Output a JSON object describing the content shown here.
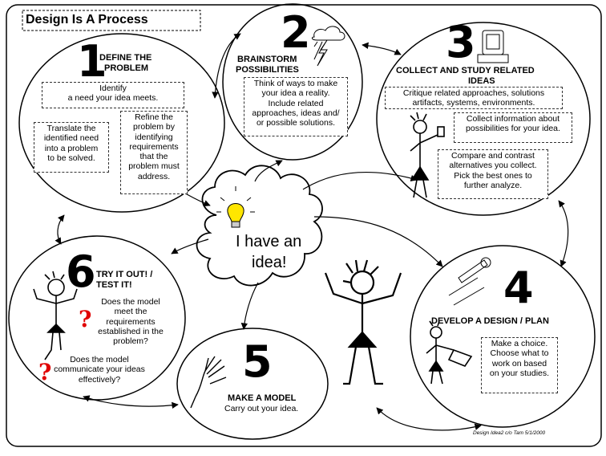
{
  "title": "Design Is A Process",
  "center": {
    "text_line1": "I have an",
    "text_line2": "idea!"
  },
  "steps": [
    {
      "number": "1",
      "heading_line1": "DEFINE THE",
      "heading_line2": "PROBLEM",
      "box_a": [
        "Identify",
        "a need your idea meets."
      ],
      "box_b": [
        "Translate the",
        "identified need",
        "into a problem",
        "to be solved."
      ],
      "box_c": [
        "Refine the",
        "problem by",
        "identifying",
        "requirements",
        "that the",
        "problem must",
        "address."
      ]
    },
    {
      "number": "2",
      "heading_line1": "BRAINSTORM",
      "heading_line2": "POSSIBILITIES",
      "box_a": [
        "Think of ways to make",
        "your idea a reality.",
        "Include related",
        "approaches, ideas and/",
        "or possible solutions."
      ]
    },
    {
      "number": "3",
      "heading_line1": "COLLECT AND STUDY RELATED",
      "heading_line2": "IDEAS",
      "box_a": [
        "Critique related approaches, solutions",
        "artifacts, systems, environments."
      ],
      "box_b": [
        "Collect information about",
        "possibilities for your idea."
      ],
      "box_c": [
        "Compare and contrast",
        "alternatives you collect.",
        "Pick the best ones to",
        "further analyze."
      ]
    },
    {
      "number": "4",
      "heading_line1": "DEVELOP A DESIGN / PLAN",
      "box_a": [
        "Make a choice.",
        "Choose what to",
        "work on based",
        "on your studies."
      ]
    },
    {
      "number": "5",
      "heading_line1": "MAKE A MODEL",
      "text_line1": "Carry out  your idea."
    },
    {
      "number": "6",
      "heading_line1": "TRY IT OUT! /",
      "heading_line2": "TEST IT!",
      "text_a": [
        "Does the model",
        "meet the",
        "requirements",
        "established in the",
        "problem?"
      ],
      "text_b": [
        "Does the model",
        "communicate your ideas",
        "effectively?"
      ],
      "question_mark": "?"
    }
  ],
  "credit": "Design Idea2 c/o Tam 5/1/2000",
  "colors": {
    "line": "#000000",
    "bulb": "#ffe600",
    "question": "#e00000"
  }
}
